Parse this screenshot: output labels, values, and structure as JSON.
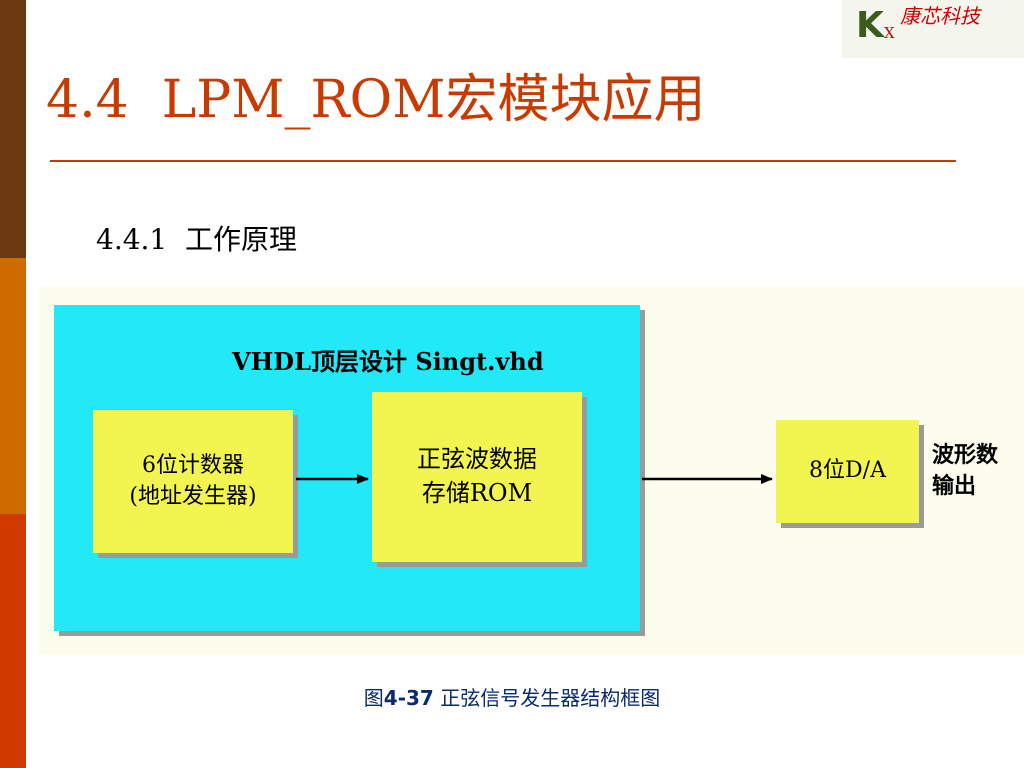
{
  "logo": {
    "letter": "K",
    "sub": "X",
    "text": "康芯科技"
  },
  "title": "4.4  LPM_ROM宏模块应用",
  "subtitle": "4.4.1  工作原理",
  "diagram": {
    "top_label": "VHDL顶层设计 Singt.vhd",
    "counter_box": "6位计数器\n(地址发生器)",
    "rom_box": "正弦波数据\n存储ROM",
    "da_box": "8位D/A",
    "output_label": "波形数\n输出"
  },
  "caption": {
    "prefix": "图",
    "number": "4-37",
    "text": " 正弦信号发生器结构框图"
  },
  "colors": {
    "cyan": "#21e9f8",
    "yellow": "#f2f54f",
    "title": "#c93a00"
  }
}
